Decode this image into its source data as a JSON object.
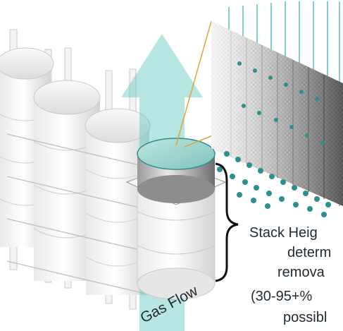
{
  "diagram": {
    "gas_flow_label": "Gas Flow",
    "stack_height_label": [
      "Stack Heig",
      "determ",
      "remova",
      "(30-95+%",
      "possibl"
    ],
    "colors": {
      "catalyst_teal": "#2e8f8c",
      "flow_arrow": "#5fc6bd",
      "zoom_box": "#e0a33a",
      "module_white": "#f4f4f4"
    }
  }
}
